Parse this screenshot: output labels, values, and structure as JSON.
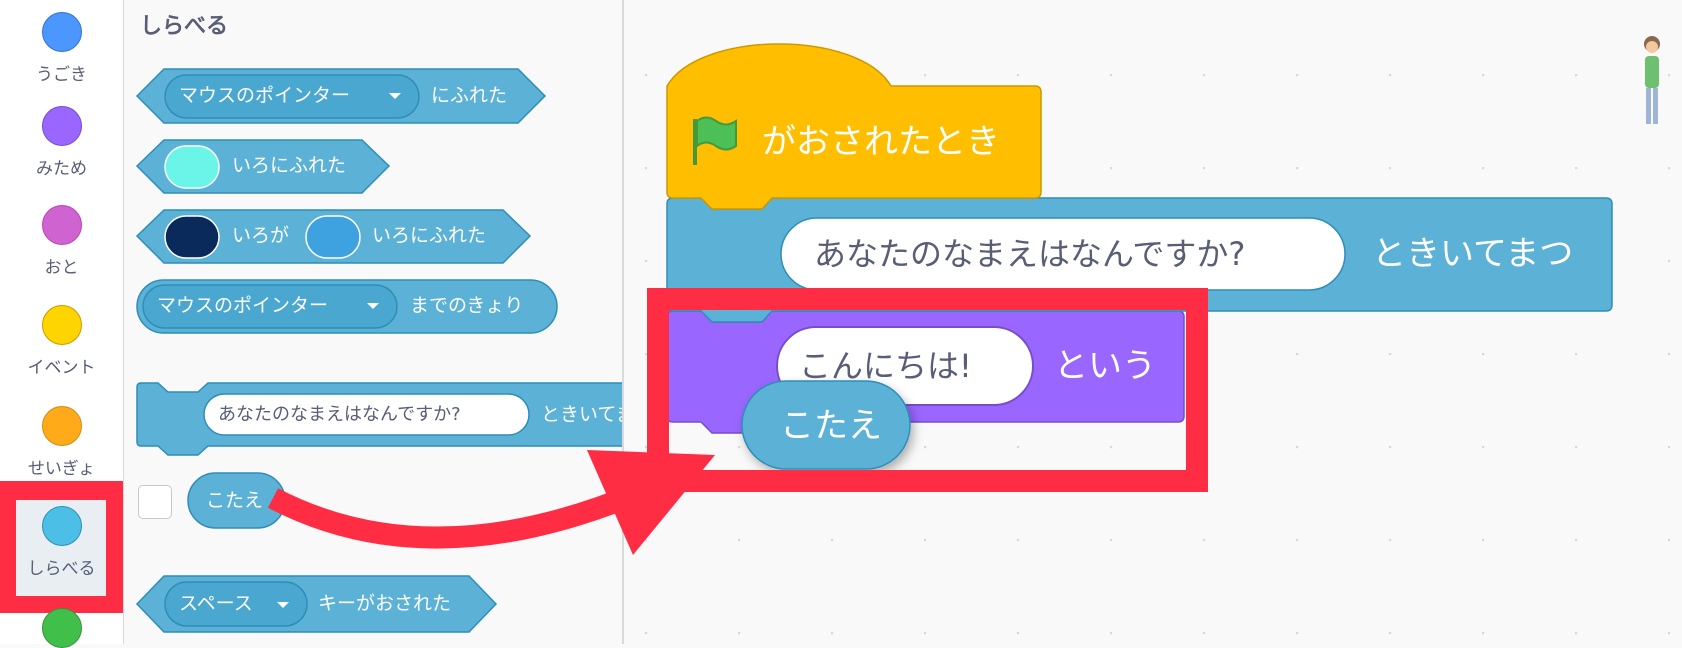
{
  "sidebar": {
    "categories": [
      {
        "label": "うごき",
        "color": "#4C97FF"
      },
      {
        "label": "みため",
        "color": "#9966FF"
      },
      {
        "label": "おと",
        "color": "#CF63CF"
      },
      {
        "label": "イベント",
        "color": "#FFD500"
      },
      {
        "label": "せいぎょ",
        "color": "#FFAB19"
      },
      {
        "label": "しらべる",
        "color": "#4CBFE6",
        "selected": true
      },
      {
        "label": "",
        "color": "#40BF4A"
      }
    ]
  },
  "palette": {
    "title": "しらべる",
    "touching": {
      "dropdown": "マウスのポインター",
      "text": "にふれた"
    },
    "touching_color": {
      "text": "いろにふれた",
      "color": "#6AF5E8"
    },
    "color_touching_color": {
      "text1": "いろが",
      "text2": "いろにふれた",
      "color1": "#0B2A5C",
      "color2": "#3FA2E0"
    },
    "distance_to": {
      "dropdown": "マウスのポインター",
      "text": "までのきょり"
    },
    "ask": {
      "input": "あなたのなまえはなんですか?",
      "text": "ときいてまつ"
    },
    "answer": {
      "label": "こたえ",
      "checked": false
    },
    "key_pressed": {
      "dropdown": "スペース",
      "text": "キーがおされた"
    }
  },
  "workspace": {
    "hat": {
      "text": "がおされたとき",
      "icon": "green-flag-icon"
    },
    "ask": {
      "input": "あなたのなまえはなんですか?",
      "text": "ときいてまつ"
    },
    "say": {
      "input": "こんにちは!",
      "text": "という"
    },
    "dragged_reporter": "こたえ"
  },
  "colors": {
    "sensing": "#5CB1D6",
    "events": "#FFBF00",
    "looks": "#9966FF",
    "highlight": "#FF2D44"
  }
}
